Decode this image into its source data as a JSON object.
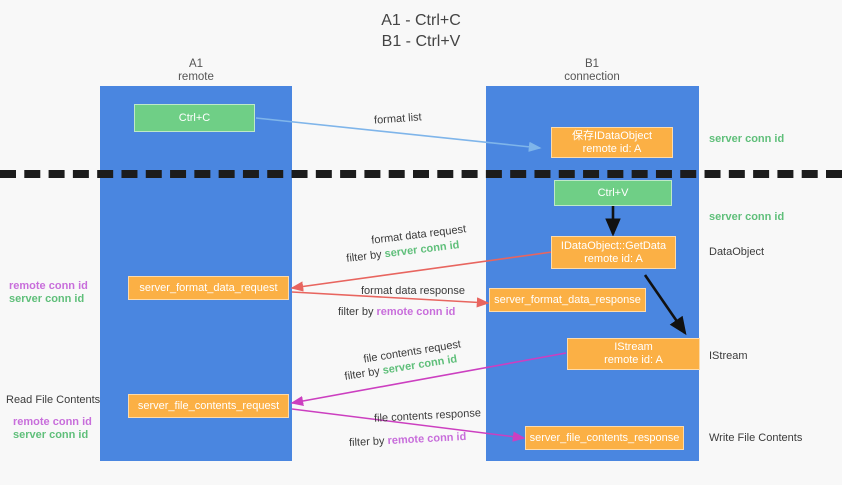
{
  "title": "A1 - Ctrl+C\nB1 - Ctrl+V",
  "colors": {
    "lane": "#4a86e0",
    "green_box": "#6fcf86",
    "orange_box": "#fbb045",
    "server_conn_id": "#5fbf7a",
    "remote_conn_id": "#c86edb",
    "red_arrow": "#e8655f",
    "magenta_arrow": "#cc3fc0",
    "blue_arrow": "#7fb5ea",
    "black_arrow": "#111111",
    "divider": "#1c1c1c",
    "background": "#f8f8f8"
  },
  "columns": [
    {
      "name": "A1",
      "sub": "remote"
    },
    {
      "name": "B1",
      "sub": "connection"
    }
  ],
  "boxes": {
    "ctrl_c": "Ctrl+C",
    "save_idataobject": "保存IDataObject\nremote id: A",
    "ctrl_v": "Ctrl+V",
    "idataobject_getdata": "IDataObject::GetData\nremote id: A",
    "server_format_data_request": "server_format_data_request",
    "server_format_data_response": "server_format_data_response",
    "istream": "IStream\nremote id: A",
    "server_file_contents_request": "server_file_contents_request",
    "server_file_contents_response": "server_file_contents_response"
  },
  "edge_labels": {
    "format_list": "format list",
    "format_data_request": "format data request",
    "format_data_request_filter_prefix": "filter by ",
    "format_data_request_filter_key": "server conn id",
    "format_data_response": "format data response",
    "format_data_response_filter_prefix": "filter by ",
    "format_data_response_filter_key": "remote conn id",
    "file_contents_request": "file contents request",
    "file_contents_request_filter_prefix": "filter by ",
    "file_contents_request_filter_key": "server conn id",
    "file_contents_response": "file contents response",
    "file_contents_response_filter_prefix": "filter by ",
    "file_contents_response_filter_key": "remote conn id"
  },
  "right_labels": {
    "server_conn_id_top": "server conn id",
    "server_conn_id_second": "server conn id",
    "dataobject": "DataObject",
    "istream": "IStream",
    "write_file_contents": "Write File Contents"
  },
  "left_labels": {
    "remote_conn_id_1": "remote conn id",
    "server_conn_id_1": "server conn id",
    "read_file_contents": "Read File Contents",
    "remote_conn_id_2": "remote conn id",
    "server_conn_id_2": "server conn id"
  }
}
